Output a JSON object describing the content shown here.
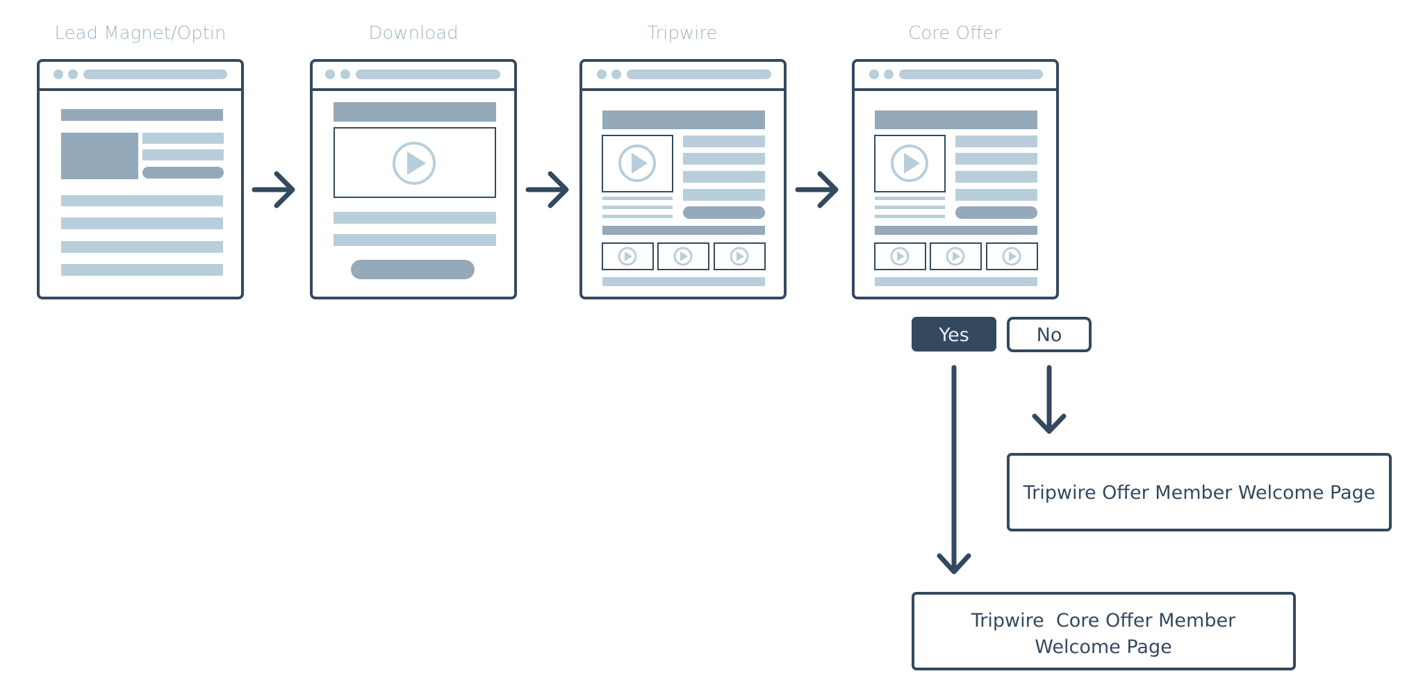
{
  "colors": {
    "dark": "#34495e",
    "mid": "#94a9ba",
    "light": "#b8cedb",
    "title": "#9eb5c6",
    "background": "#ffffff"
  },
  "pages": [
    {
      "title": "Lead Magnet/Optin",
      "layout": "optin-form"
    },
    {
      "title": "Download",
      "layout": "video-download"
    },
    {
      "title": "Tripwire",
      "layout": "video-sales-with-gallery"
    },
    {
      "title": "Core Offer",
      "layout": "video-sales-with-gallery"
    }
  ],
  "decision": {
    "yes_label": "Yes",
    "no_label": "No"
  },
  "outcomes": {
    "no_box": {
      "line1": "Tripwire Offer Member Welcome Page"
    },
    "yes_box": {
      "line1": "Tripwire  Core Offer Member",
      "line2": "Welcome Page"
    }
  },
  "icons": [
    "play-icon",
    "right-arrow-icon",
    "down-arrow-icon",
    "browser-dots-icon"
  ]
}
